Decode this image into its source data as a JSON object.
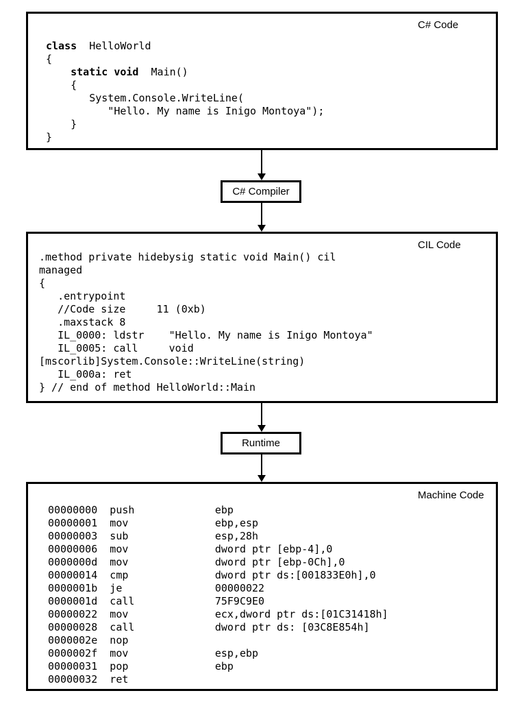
{
  "colors": {
    "background": "#ffffff",
    "line": "#000000",
    "text": "#000000"
  },
  "csharp_box": {
    "title": "C# Code",
    "code": [
      [
        {
          "t": "class",
          "b": true
        },
        {
          "t": "  HelloWorld"
        }
      ],
      "{",
      [
        {
          "t": "    "
        },
        {
          "t": "static void",
          "b": true
        },
        {
          "t": "  Main()"
        }
      ],
      "    {",
      "       System.Console.WriteLine(",
      "          \"Hello. My name is Inigo Montoya\");",
      "    }",
      "}"
    ]
  },
  "compiler_box": {
    "label": "C# Compiler"
  },
  "cil_box": {
    "title": "CIL Code",
    "code": [
      ".method private hidebysig static void Main() cil",
      "managed",
      "{",
      "   .entrypoint",
      "   //Code size     11 (0xb)",
      "   .maxstack 8",
      "   IL_0000: ldstr    \"Hello. My name is Inigo Montoya\"",
      "   IL_0005: call     void",
      "[mscorlib]System.Console::WriteLine(string)",
      "   IL_000a: ret",
      "} // end of method HelloWorld::Main"
    ]
  },
  "runtime_box": {
    "label": "Runtime"
  },
  "machine_box": {
    "title": "Machine Code",
    "code": [
      "00000000  push             ebp",
      "00000001  mov              ebp,esp",
      "00000003  sub              esp,28h",
      "00000006  mov              dword ptr [ebp-4],0",
      "0000000d  mov              dword ptr [ebp-0Ch],0",
      "00000014  cmp              dword ptr ds:[001833E0h],0",
      "0000001b  je               00000022",
      "0000001d  call             75F9C9E0",
      "00000022  mov              ecx,dword ptr ds:[01C31418h]",
      "00000028  call             dword ptr ds: [03C8E854h]",
      "0000002e  nop",
      "0000002f  mov              esp,ebp",
      "00000031  pop              ebp",
      "00000032  ret"
    ]
  }
}
